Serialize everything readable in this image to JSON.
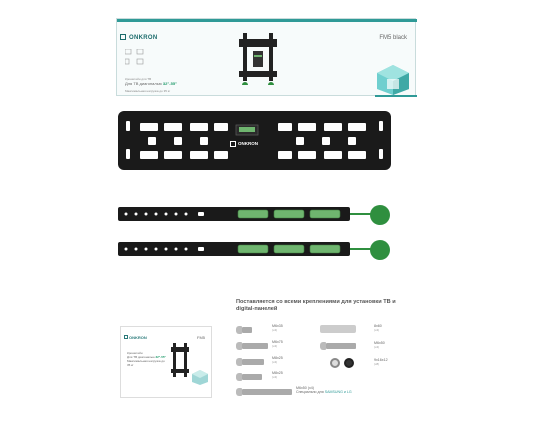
{
  "top_box": {
    "brand": "ONKRON",
    "model": "FM5 black",
    "small_text": "Кронштейн для ТВ",
    "size_prefix": "Для ТВ диагональю",
    "size_value": "32\"-55\"",
    "load_text": "Максимальная нагрузка до 35 кг"
  },
  "plate": {
    "brand": "ONKRON"
  },
  "small_box": {
    "brand": "ONKRON",
    "model": "FM5",
    "desc_line1": "Кронштейн",
    "desc_prefix": "Для ТВ диагональю",
    "desc_size": "32\"-55\"",
    "desc_line3": "Максимальная нагрузка до 35 кг"
  },
  "hardware": {
    "title": "Поставляется со всеми креплениями для установки ТВ и digital-панелей",
    "items_left": [
      {
        "size": "M6x35",
        "qty": "(x4)"
      },
      {
        "size": "M6x75",
        "qty": "(x4)"
      },
      {
        "size": "M8x25",
        "qty": "(x4)"
      },
      {
        "size": "M8x25",
        "qty": "(x4)"
      }
    ],
    "items_right": [
      {
        "size": "8x60",
        "qty": "(x4)"
      },
      {
        "size": "M6x50",
        "qty": "(x4)"
      },
      {
        "size": "9x16x12",
        "qty": "(x8)"
      }
    ],
    "bottom_item_size": "M6x50 (x4)",
    "bottom_note_prefix": "Специально для",
    "bottom_note_brands": "SAMSUNG и LG"
  },
  "colors": {
    "teal": "#2f9a97",
    "green_knob": "#2f8f3f",
    "green_slot": "#6fb56f",
    "plate": "#1a1a1a"
  },
  "icons": [
    "onkron-logo-icon",
    "cube-icon",
    "tv-mount-icon"
  ]
}
